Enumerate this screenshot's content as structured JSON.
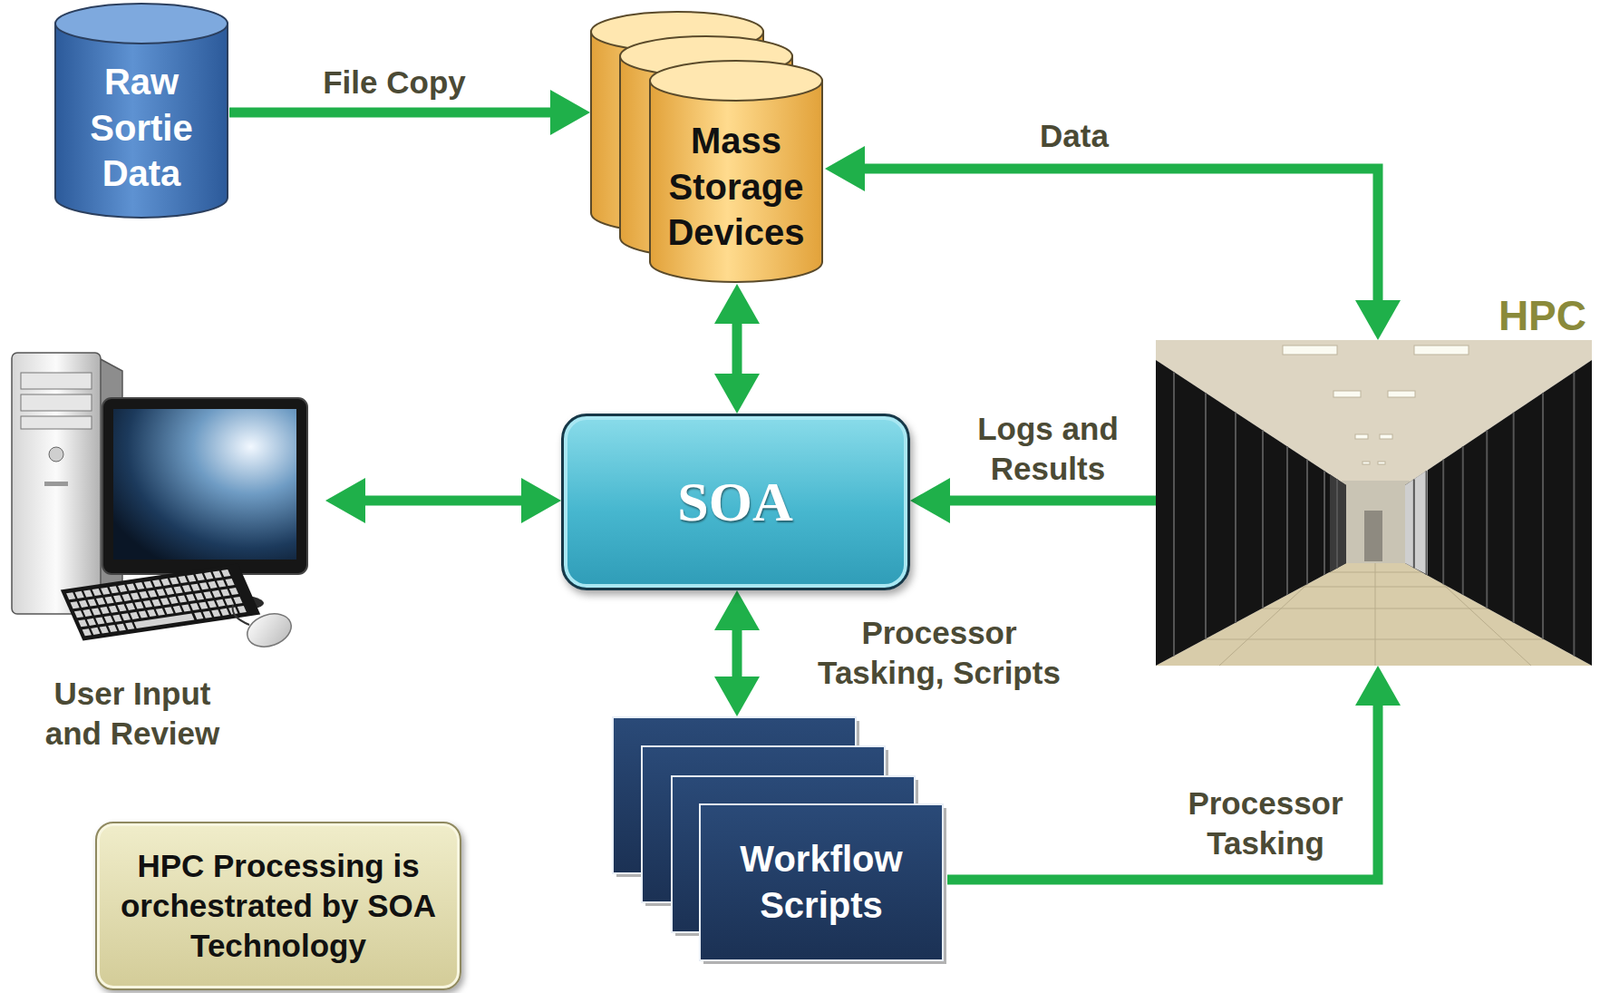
{
  "diagram": {
    "nodes": [
      {
        "text": [
          "Raw Sortie Data"
        ]
      },
      {
        "text": [
          "Mass Storage Devices"
        ]
      },
      {
        "text": [
          "HPC"
        ]
      },
      {
        "text": [
          "User Input and Review"
        ]
      },
      {
        "text": [
          "SOA"
        ]
      },
      {
        "text": [
          "Workflow Scripts"
        ]
      },
      {
        "text": [
          "HPC Processing is orchestrated by SOA Technology"
        ]
      }
    ],
    "edges": [
      {
        "from": 0,
        "to": 1,
        "label": "File Copy",
        "arrow": "to"
      },
      {
        "from": 1,
        "to": 2,
        "label": "Data",
        "arrow": "both"
      },
      {
        "from": 1,
        "to": 4,
        "arrow": "both"
      },
      {
        "from": 3,
        "to": 4,
        "arrow": "both"
      },
      {
        "from": 2,
        "to": 4,
        "label": "Logs and Results",
        "arrow": "to"
      },
      {
        "from": 4,
        "to": 5,
        "label": "Processor Tasking, Scripts",
        "arrow": "both"
      },
      {
        "from": 5,
        "to": 2,
        "label": "Processor Tasking",
        "arrow": "to"
      }
    ]
  }
}
